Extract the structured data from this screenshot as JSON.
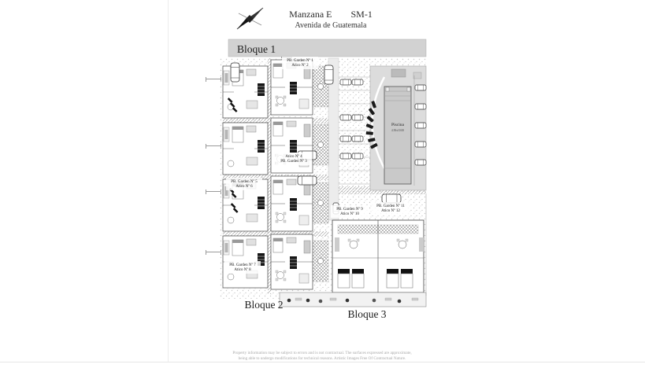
{
  "header": {
    "title": "Manzana E",
    "code": "SM-1",
    "subtitle": "Avenida de Guatemala"
  },
  "plan": {
    "block1_label": "Bloque 1",
    "block2_label": "Bloque 2",
    "block3_label": "Bloque 3",
    "pool": {
      "label": "Piscina",
      "dims": "4.50x10.00"
    },
    "units": [
      {
        "line1": "PB. Garden Nº 1",
        "line2": "Atico Nº 2"
      },
      {
        "line1": "Atico Nº 4",
        "line2": "PB. Garden Nº 3"
      },
      {
        "line1": "PB. Garden Nº 5",
        "line2": "Atico Nº 6"
      },
      {
        "line1": "PB. Garden Nº 7",
        "line2": "Atico Nº 8"
      },
      {
        "line1": "PB. Garden Nº 9",
        "line2": "Atico Nº 10"
      },
      {
        "line1": "PB. Garden Nº 11",
        "line2": "Atico Nº 12"
      }
    ],
    "colors": {
      "road_gray": "#d2d2d2",
      "deck_gray": "#dcdcdc",
      "pool_gray": "#c9c9c9"
    }
  },
  "footer": {
    "line1": "Property information may be subject to errors and is not contractual. The surfaces expressed are approximate,",
    "line2": "being able to undergo modifications for technical reasons. Artistic Images Free Of Contractual Nature."
  }
}
